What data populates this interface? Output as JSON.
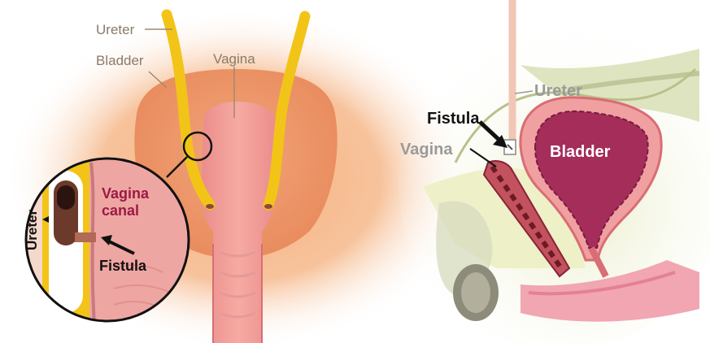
{
  "left_panel": {
    "labels": {
      "ureter": "Ureter",
      "bladder": "Bladder",
      "vagina": "Vagina"
    },
    "inset": {
      "ureter": "Ureter",
      "vagina_canal_line1": "Vagina",
      "vagina_canal_line2": "canal",
      "fistula": "Fistula"
    }
  },
  "right_panel": {
    "labels": {
      "ureter": "Ureter",
      "fistula": "Fistula",
      "vagina": "Vagina",
      "bladder": "Bladder"
    }
  },
  "colors": {
    "ureter_yellow": "#f2c418",
    "bladder_orange": "#f0a070",
    "vagina_pink": "#f0949a",
    "label_gray": "#9a9a9a",
    "label_maroon": "#9b1a46",
    "label_black": "#111111"
  }
}
